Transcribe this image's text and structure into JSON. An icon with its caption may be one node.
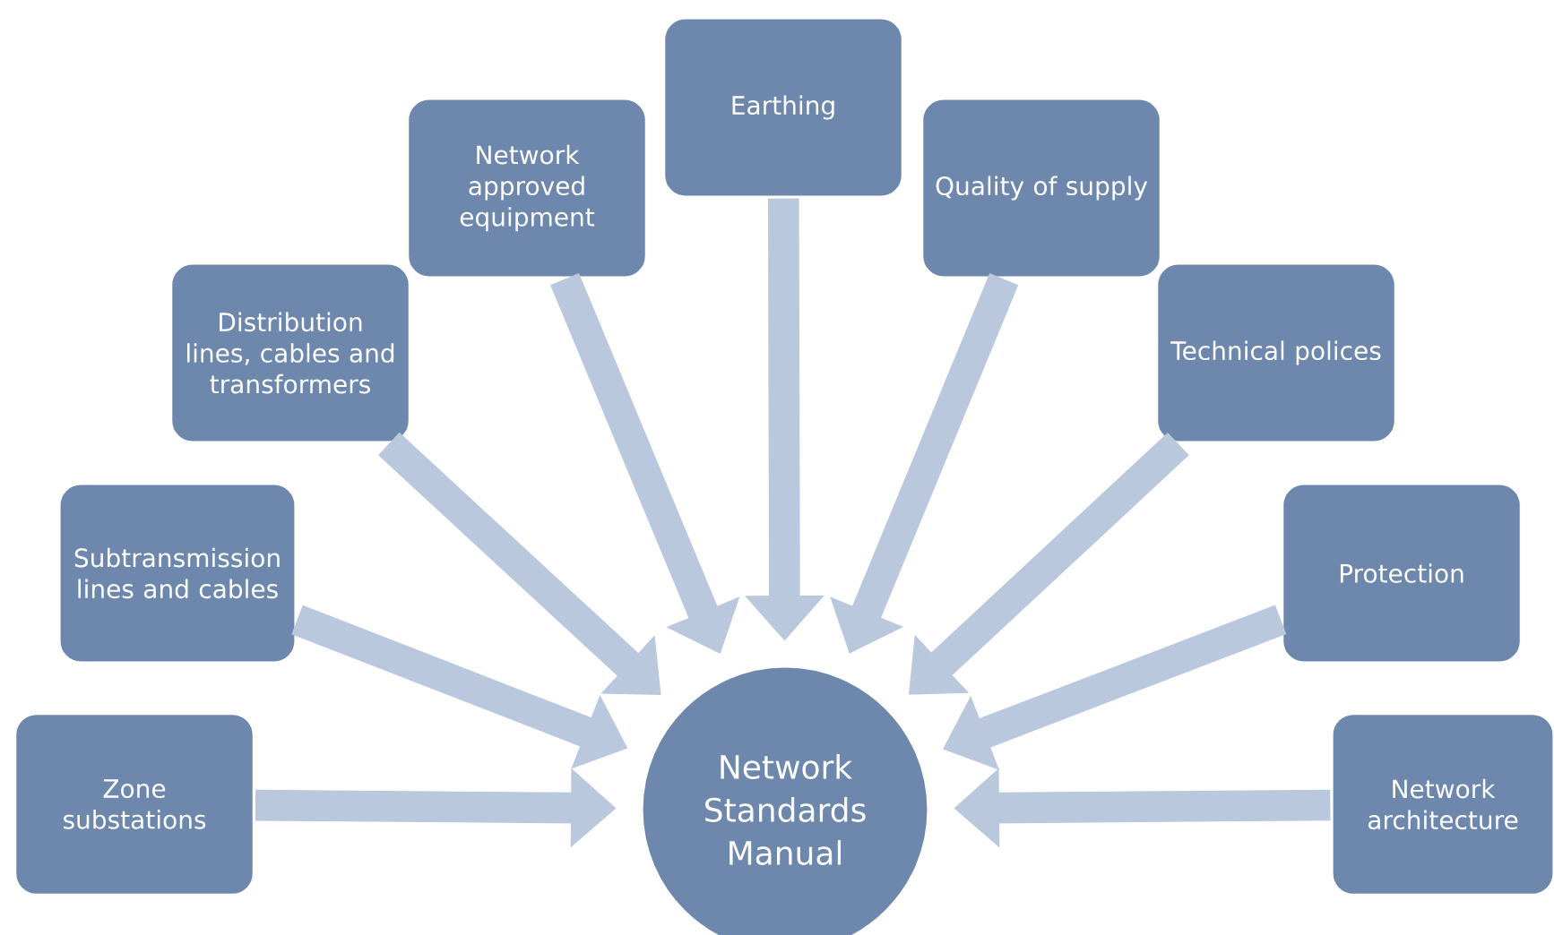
{
  "diagram": {
    "nodes": [
      {
        "text": [
          "Zone substations"
        ]
      },
      {
        "text": [
          "Subtransmission lines and cables"
        ]
      },
      {
        "text": [
          "Distribution lines, cables and transformers"
        ]
      },
      {
        "text": [
          "Network approved equipment"
        ]
      },
      {
        "text": [
          "Earthing"
        ]
      },
      {
        "text": [
          "Quality of supply"
        ]
      },
      {
        "text": [
          "Technical polices"
        ]
      },
      {
        "text": [
          "Protection"
        ]
      },
      {
        "text": [
          "Network architecture"
        ]
      },
      {
        "text": [
          "Network Standards Manual"
        ]
      }
    ],
    "edges": [
      {
        "from": 0,
        "to": 9,
        "arrow": "to"
      },
      {
        "from": 1,
        "to": 9,
        "arrow": "to"
      },
      {
        "from": 2,
        "to": 9,
        "arrow": "to"
      },
      {
        "from": 3,
        "to": 9,
        "arrow": "to"
      },
      {
        "from": 4,
        "to": 9,
        "arrow": "to"
      },
      {
        "from": 5,
        "to": 9,
        "arrow": "to"
      },
      {
        "from": 6,
        "to": 9,
        "arrow": "to"
      },
      {
        "from": 7,
        "to": 9,
        "arrow": "to"
      },
      {
        "from": 8,
        "to": 9,
        "arrow": "to"
      }
    ]
  }
}
